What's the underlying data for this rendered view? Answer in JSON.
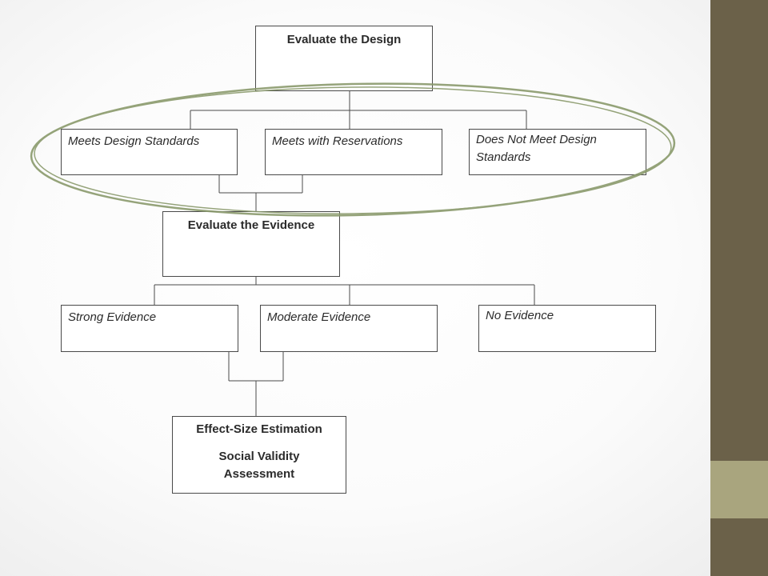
{
  "diagram": {
    "root": {
      "label": "Evaluate the Design"
    },
    "design_outcomes": [
      {
        "label": "Meets Design Standards"
      },
      {
        "label": "Meets with Reservations"
      },
      {
        "label": "Does Not Meet Design Standards"
      }
    ],
    "evidence": {
      "label": "Evaluate the Evidence"
    },
    "evidence_outcomes": [
      {
        "label": "Strong Evidence"
      },
      {
        "label": "Moderate Evidence"
      },
      {
        "label": "No Evidence"
      }
    ],
    "final": {
      "line1": "Effect-Size Estimation",
      "line2": "Social Validity",
      "line3": "Assessment"
    },
    "highlight_color": "#8a9a6c"
  },
  "theme": {
    "sidebar_color": "#6b6149",
    "sidebar_accent_color": "#a9a57e"
  }
}
